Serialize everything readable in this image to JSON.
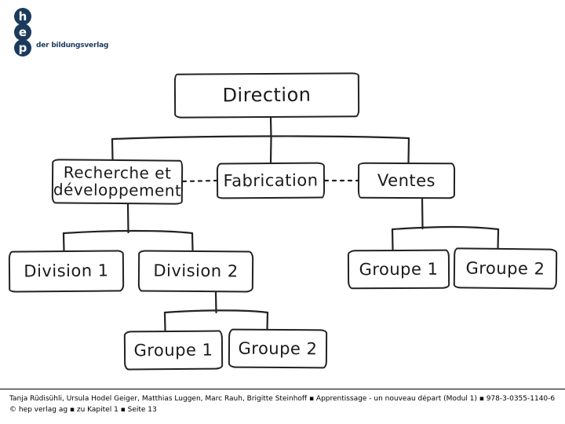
{
  "logo": {
    "letters": [
      "h",
      "e",
      "p"
    ],
    "tagline": "der bildungsverlag",
    "color": "#1b3a5c"
  },
  "chart_data": {
    "type": "diagram",
    "subtype": "organizational-chart",
    "style": "hand-drawn sketch",
    "language": "fr",
    "nodes": [
      {
        "id": "direction",
        "label": "Direction",
        "level": 0
      },
      {
        "id": "recherche",
        "label": "Recherche et développement",
        "level": 1
      },
      {
        "id": "fabrication",
        "label": "Fabrication",
        "level": 1
      },
      {
        "id": "ventes",
        "label": "Ventes",
        "level": 1
      },
      {
        "id": "division1",
        "label": "Division 1",
        "level": 2
      },
      {
        "id": "division2",
        "label": "Division 2",
        "level": 2
      },
      {
        "id": "groupe1v",
        "label": "Groupe 1",
        "level": 2
      },
      {
        "id": "groupe2v",
        "label": "Groupe 2",
        "level": 2
      },
      {
        "id": "groupe1d",
        "label": "Groupe 1",
        "level": 3
      },
      {
        "id": "groupe2d",
        "label": "Groupe 2",
        "level": 3
      }
    ],
    "edges": [
      {
        "from": "direction",
        "to": "recherche",
        "style": "solid"
      },
      {
        "from": "direction",
        "to": "fabrication",
        "style": "solid"
      },
      {
        "from": "direction",
        "to": "ventes",
        "style": "solid"
      },
      {
        "from": "recherche",
        "to": "fabrication",
        "style": "dotted"
      },
      {
        "from": "fabrication",
        "to": "ventes",
        "style": "dotted"
      },
      {
        "from": "recherche",
        "to": "division1",
        "style": "solid"
      },
      {
        "from": "recherche",
        "to": "division2",
        "style": "solid"
      },
      {
        "from": "ventes",
        "to": "groupe1v",
        "style": "solid"
      },
      {
        "from": "ventes",
        "to": "groupe2v",
        "style": "solid"
      },
      {
        "from": "division2",
        "to": "groupe1d",
        "style": "solid"
      },
      {
        "from": "division2",
        "to": "groupe2d",
        "style": "solid"
      }
    ]
  },
  "nodes": {
    "direction": "Direction",
    "recherche_line1": "Recherche et",
    "recherche_line2": "développement",
    "fabrication": "Fabrication",
    "ventes": "Ventes",
    "division1": "Division 1",
    "division2": "Division 2",
    "groupe1_ventes": "Groupe 1",
    "groupe2_ventes": "Groupe 2",
    "groupe1_division": "Groupe 1",
    "groupe2_division": "Groupe 2"
  },
  "footer": {
    "line1": "Tanja Rüdisühli, Ursula Hodel Geiger, Matthias Luggen, Marc Rauh, Brigitte Steinhoff ▪ Apprentissage - un nouveau départ (Modul 1) ▪ 978-3-0355-1140-6",
    "line2": "© hep verlag ag ▪ zu Kapitel 1 ▪ Seite 13"
  }
}
